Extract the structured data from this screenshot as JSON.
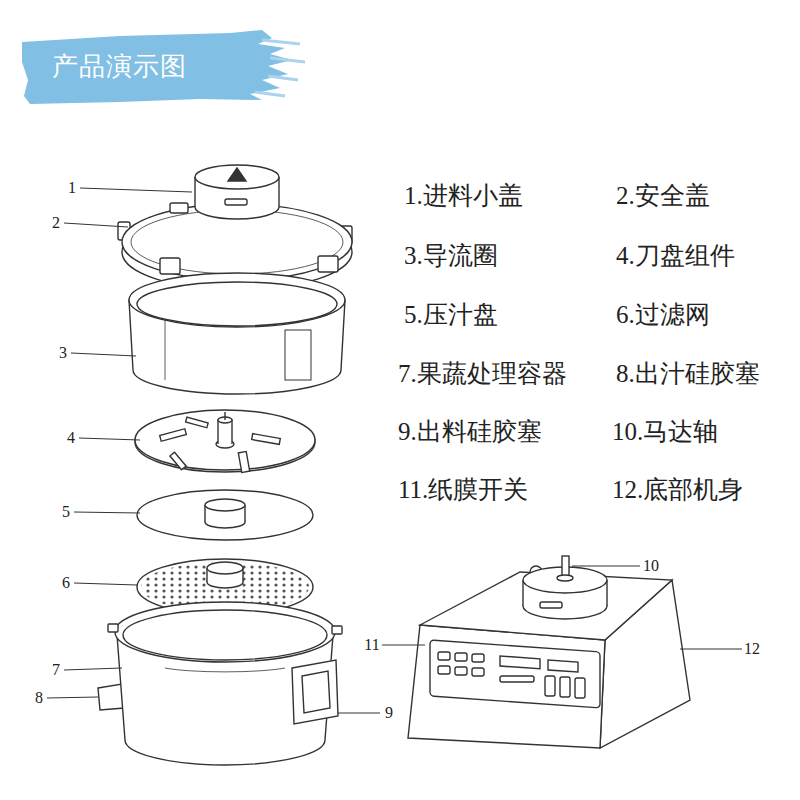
{
  "diagram": {
    "title": "产品演示图",
    "labels": [
      "1",
      "2",
      "3",
      "4",
      "5",
      "6",
      "7",
      "8",
      "9",
      "10",
      "11",
      "12",
      "1.进料小盖",
      "2.安全盖",
      "3.导流圈",
      "4.刀盘组件",
      "5.压汁盘",
      "6.过滤网",
      "7.果蔬处理容器",
      "8.出汁硅胶塞",
      "9.出料硅胶塞",
      "10.马达轴",
      "11.纸膜开关",
      "12.底部机身"
    ]
  }
}
